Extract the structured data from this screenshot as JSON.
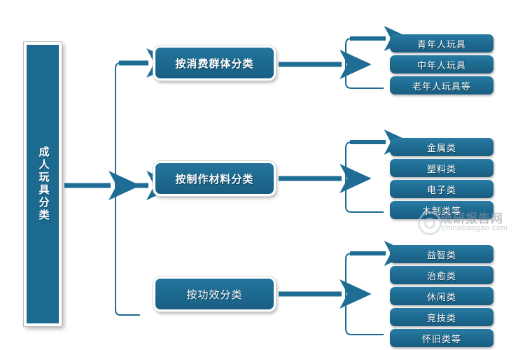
{
  "diagram": {
    "title_node": {
      "label": "成人玩具分类",
      "orientation": "vertical"
    },
    "branches": [
      {
        "label": "按消费群体分类",
        "children": [
          {
            "label": "青年人玩具"
          },
          {
            "label": "中年人玩具"
          },
          {
            "label": "老年人玩具等"
          }
        ]
      },
      {
        "label": "按制作材料分类",
        "children": [
          {
            "label": "金属类"
          },
          {
            "label": "塑料类"
          },
          {
            "label": "电子类"
          },
          {
            "label": "木制类等"
          }
        ]
      },
      {
        "label": "按功效分类",
        "children": [
          {
            "label": "益智类"
          },
          {
            "label": "治愈类"
          },
          {
            "label": "休闲类"
          },
          {
            "label": "竞技类"
          },
          {
            "label": "怀旧类等"
          }
        ]
      }
    ],
    "colors": {
      "node_fill": "#1d6a91",
      "node_border": "#ffffff",
      "connector": "#1f6d94",
      "text": "#ffffff",
      "background": "#ffffff"
    }
  },
  "watermark": {
    "brand": "观研报告网",
    "url": "chinabaogao.com"
  }
}
